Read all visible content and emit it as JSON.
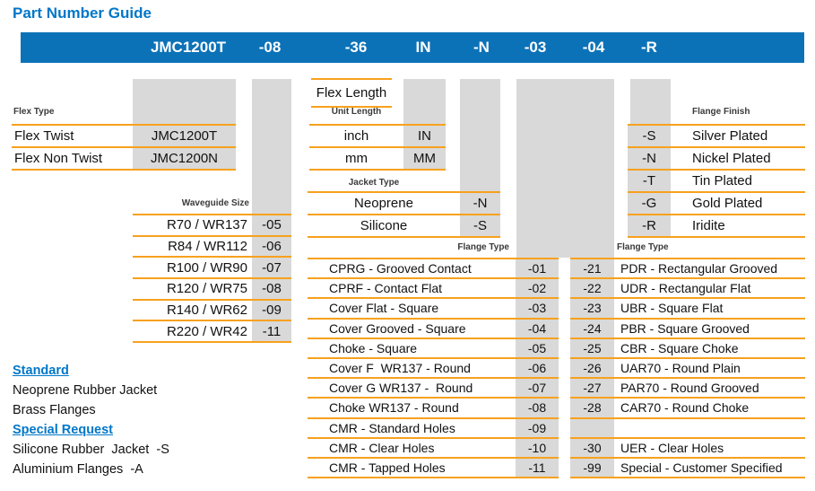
{
  "page": {
    "title": "Part Number Guide"
  },
  "colors": {
    "header_blue": "#0C72B8",
    "title_blue": "#0077C8",
    "accent_orange": "#F7A11E",
    "band_gray": "#D9D9D9",
    "text": "#111111"
  },
  "header": {
    "segments": [
      "JMC1200T",
      "-08",
      "-36",
      "IN",
      "-N",
      "-03",
      "-04",
      "-R"
    ]
  },
  "tables": {
    "flex_type": {
      "label": "Flex Type",
      "rows": [
        [
          "Flex Twist",
          "JMC1200T"
        ],
        [
          "Flex Non Twist",
          "JMC1200N"
        ]
      ]
    },
    "waveguide": {
      "label": "Waveguide Size",
      "rows": [
        [
          "R70 / WR137",
          "-05"
        ],
        [
          "R84 / WR112",
          "-06"
        ],
        [
          "R100 / WR90",
          "-07"
        ],
        [
          "R120 / WR75",
          "-08"
        ],
        [
          "R140 / WR62",
          "-09"
        ],
        [
          "R220 / WR42",
          "-11"
        ]
      ]
    },
    "flex_length": {
      "label": "Flex Length"
    },
    "unit_length": {
      "label": "Unit Length",
      "rows": [
        [
          "inch",
          "IN"
        ],
        [
          "mm",
          "MM"
        ]
      ]
    },
    "jacket": {
      "label": "Jacket Type",
      "rows": [
        [
          "Neoprene",
          "-N"
        ],
        [
          "Silicone",
          "-S"
        ]
      ]
    },
    "flange_mid": {
      "label": "Flange Type",
      "rows": [
        [
          "CPRG - Grooved Contact",
          "-01"
        ],
        [
          "CPRF - Contact Flat",
          "-02"
        ],
        [
          "Cover Flat - Square",
          "-03"
        ],
        [
          "Cover Grooved - Square",
          "-04"
        ],
        [
          "Choke - Square",
          "-05"
        ],
        [
          "Cover F  WR137 - Round",
          "-06"
        ],
        [
          "Cover G WR137 -  Round",
          "-07"
        ],
        [
          "Choke WR137 - Round",
          "-08"
        ],
        [
          "CMR - Standard Holes",
          "-09"
        ],
        [
          "CMR - Clear Holes",
          "-10"
        ],
        [
          "CMR - Tapped Holes",
          "-11"
        ]
      ]
    },
    "flange_right": {
      "label": "Flange Type",
      "rows": [
        [
          "-21",
          "PDR - Rectangular Grooved"
        ],
        [
          "-22",
          "UDR - Rectangular Flat"
        ],
        [
          "-23",
          "UBR - Square Flat"
        ],
        [
          "-24",
          "PBR - Square Grooved"
        ],
        [
          "-25",
          "CBR - Square Choke"
        ],
        [
          "-26",
          "UAR70 - Round Plain"
        ],
        [
          "-27",
          "PAR70 - Round Grooved"
        ],
        [
          "-28",
          "CAR70 - Round Choke"
        ],
        [
          "",
          ""
        ],
        [
          "-30",
          "UER - Clear Holes"
        ],
        [
          "-99",
          "Special - Customer Specified"
        ]
      ]
    },
    "flange_finish": {
      "label": "Flange Finish",
      "rows": [
        [
          "-S",
          "Silver Plated"
        ],
        [
          "-N",
          "Nickel Plated"
        ],
        [
          "-T",
          "Tin Plated"
        ],
        [
          "-G",
          "Gold Plated"
        ],
        [
          "-R",
          "Iridite"
        ]
      ]
    }
  },
  "notes": {
    "standard_heading": "Standard",
    "standard_items": [
      "Neoprene Rubber Jacket",
      "Brass Flanges"
    ],
    "special_heading": "Special Request",
    "special_items": [
      "Silicone Rubber  Jacket  -S",
      "Aluminium Flanges  -A"
    ]
  }
}
